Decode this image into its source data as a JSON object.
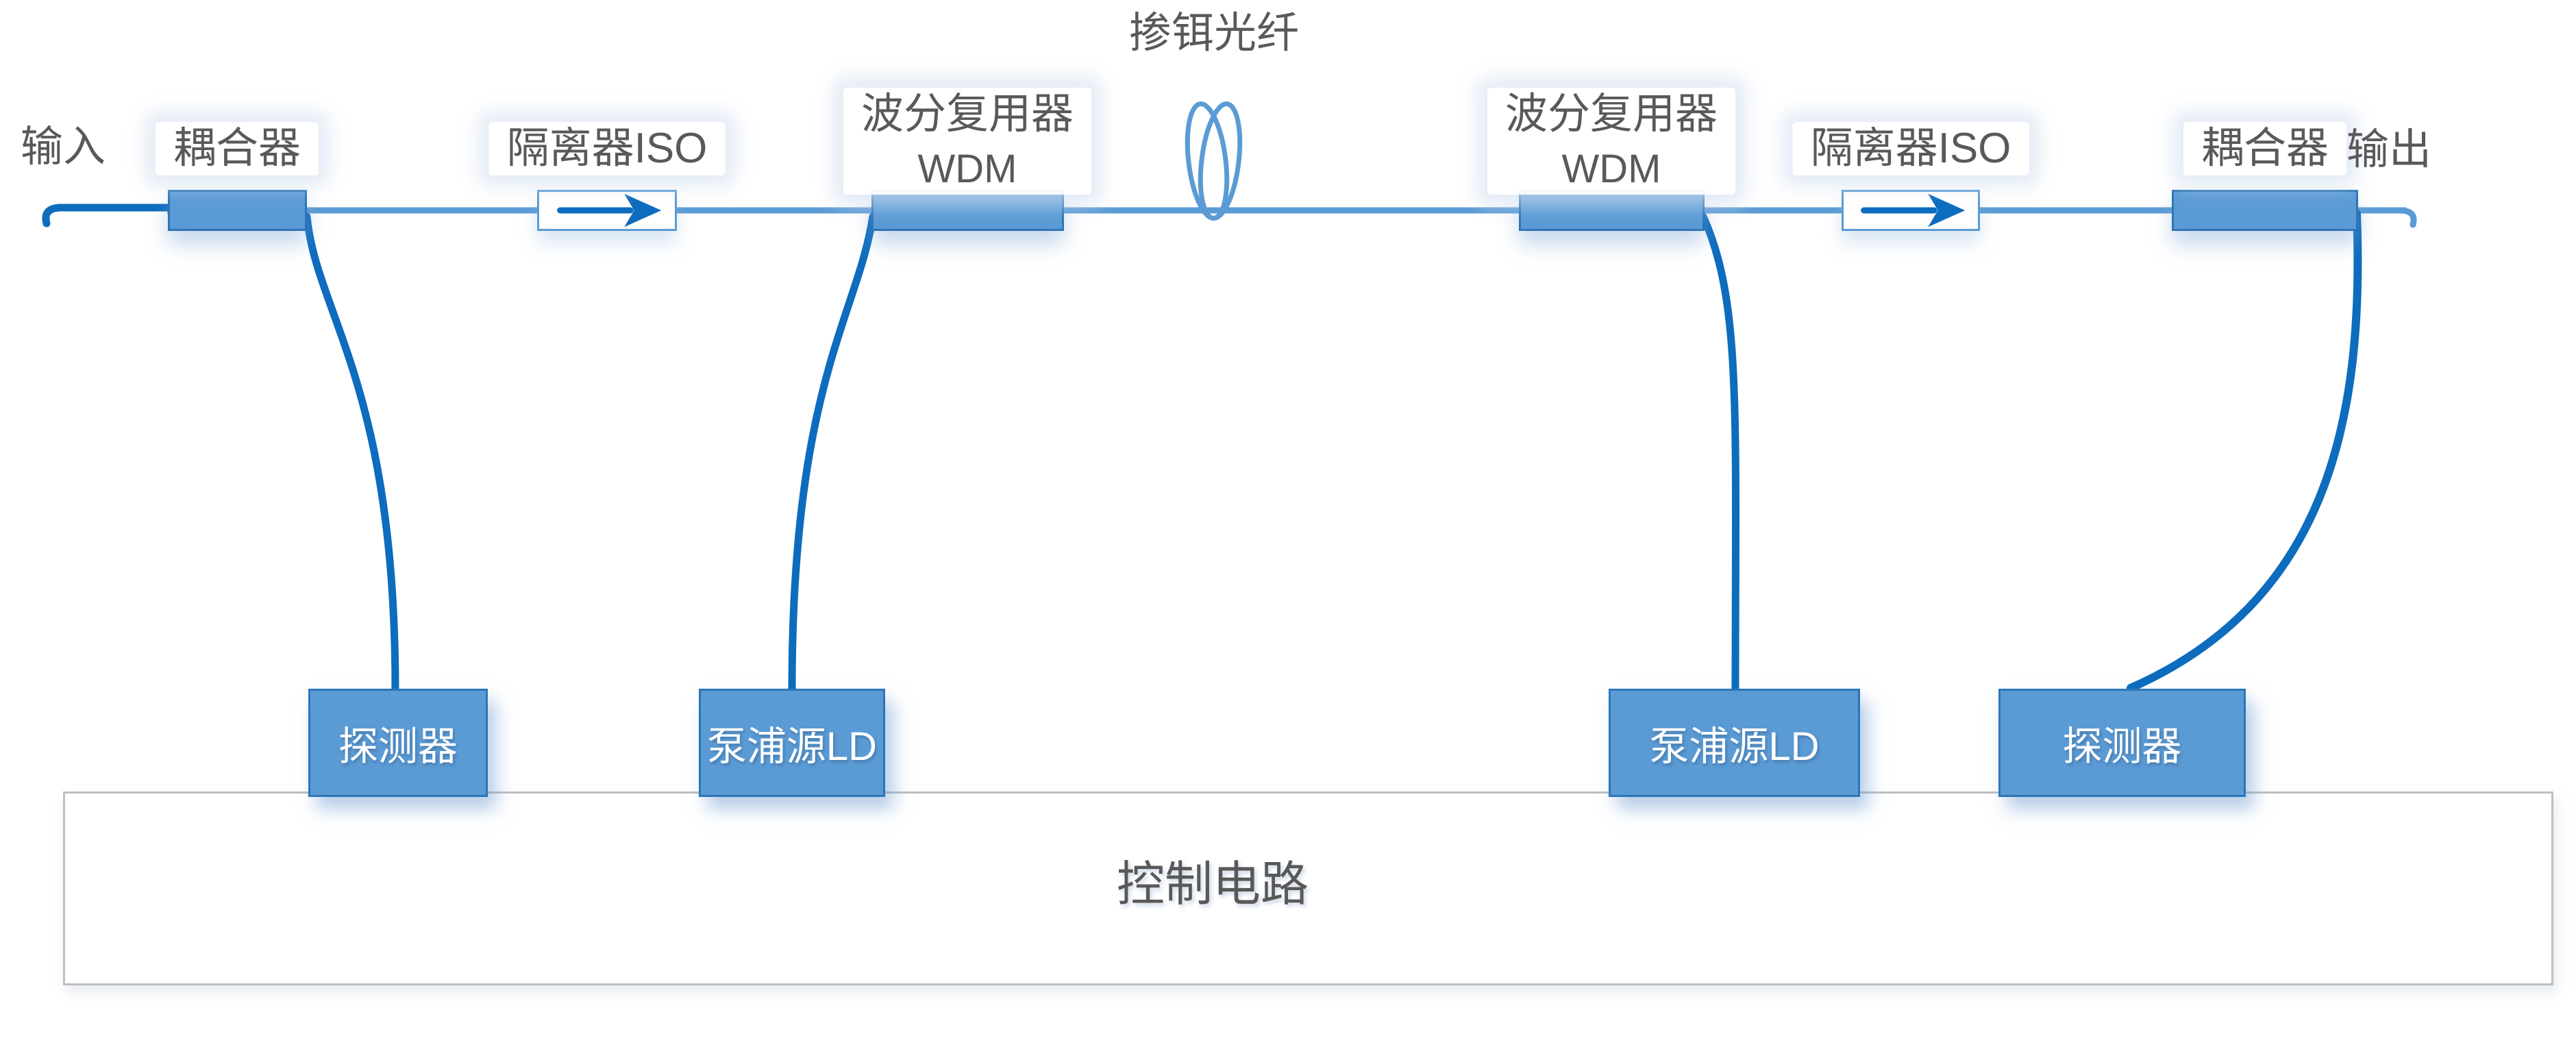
{
  "top_labels": {
    "input": "输入",
    "coupler_left": "耦合器",
    "isolator_left": "隔离器ISO",
    "wdm_left_l1": "波分复用器",
    "wdm_left_l2": "WDM",
    "edf": "掺铒光纤",
    "wdm_right_l1": "波分复用器",
    "wdm_right_l2": "WDM",
    "isolator_right": "隔离器ISO",
    "coupler_right": "耦合器",
    "output": "输出"
  },
  "bottom_boxes": {
    "detector_left": "探测器",
    "pump_left": "泵浦源LD",
    "pump_right": "泵浦源LD",
    "detector_right": "探测器",
    "control": "控制电路"
  },
  "colors": {
    "dark_blue_line": "#0D6CBE",
    "light_blue_line": "#5B9BD5",
    "component_fill": "#5B9BD5",
    "component_border": "#2E75B6",
    "isolator_border": "#5B9BD5",
    "label_gray": "#595959",
    "control_border": "#BFBFBF",
    "box_text": "#FFFFFF"
  }
}
